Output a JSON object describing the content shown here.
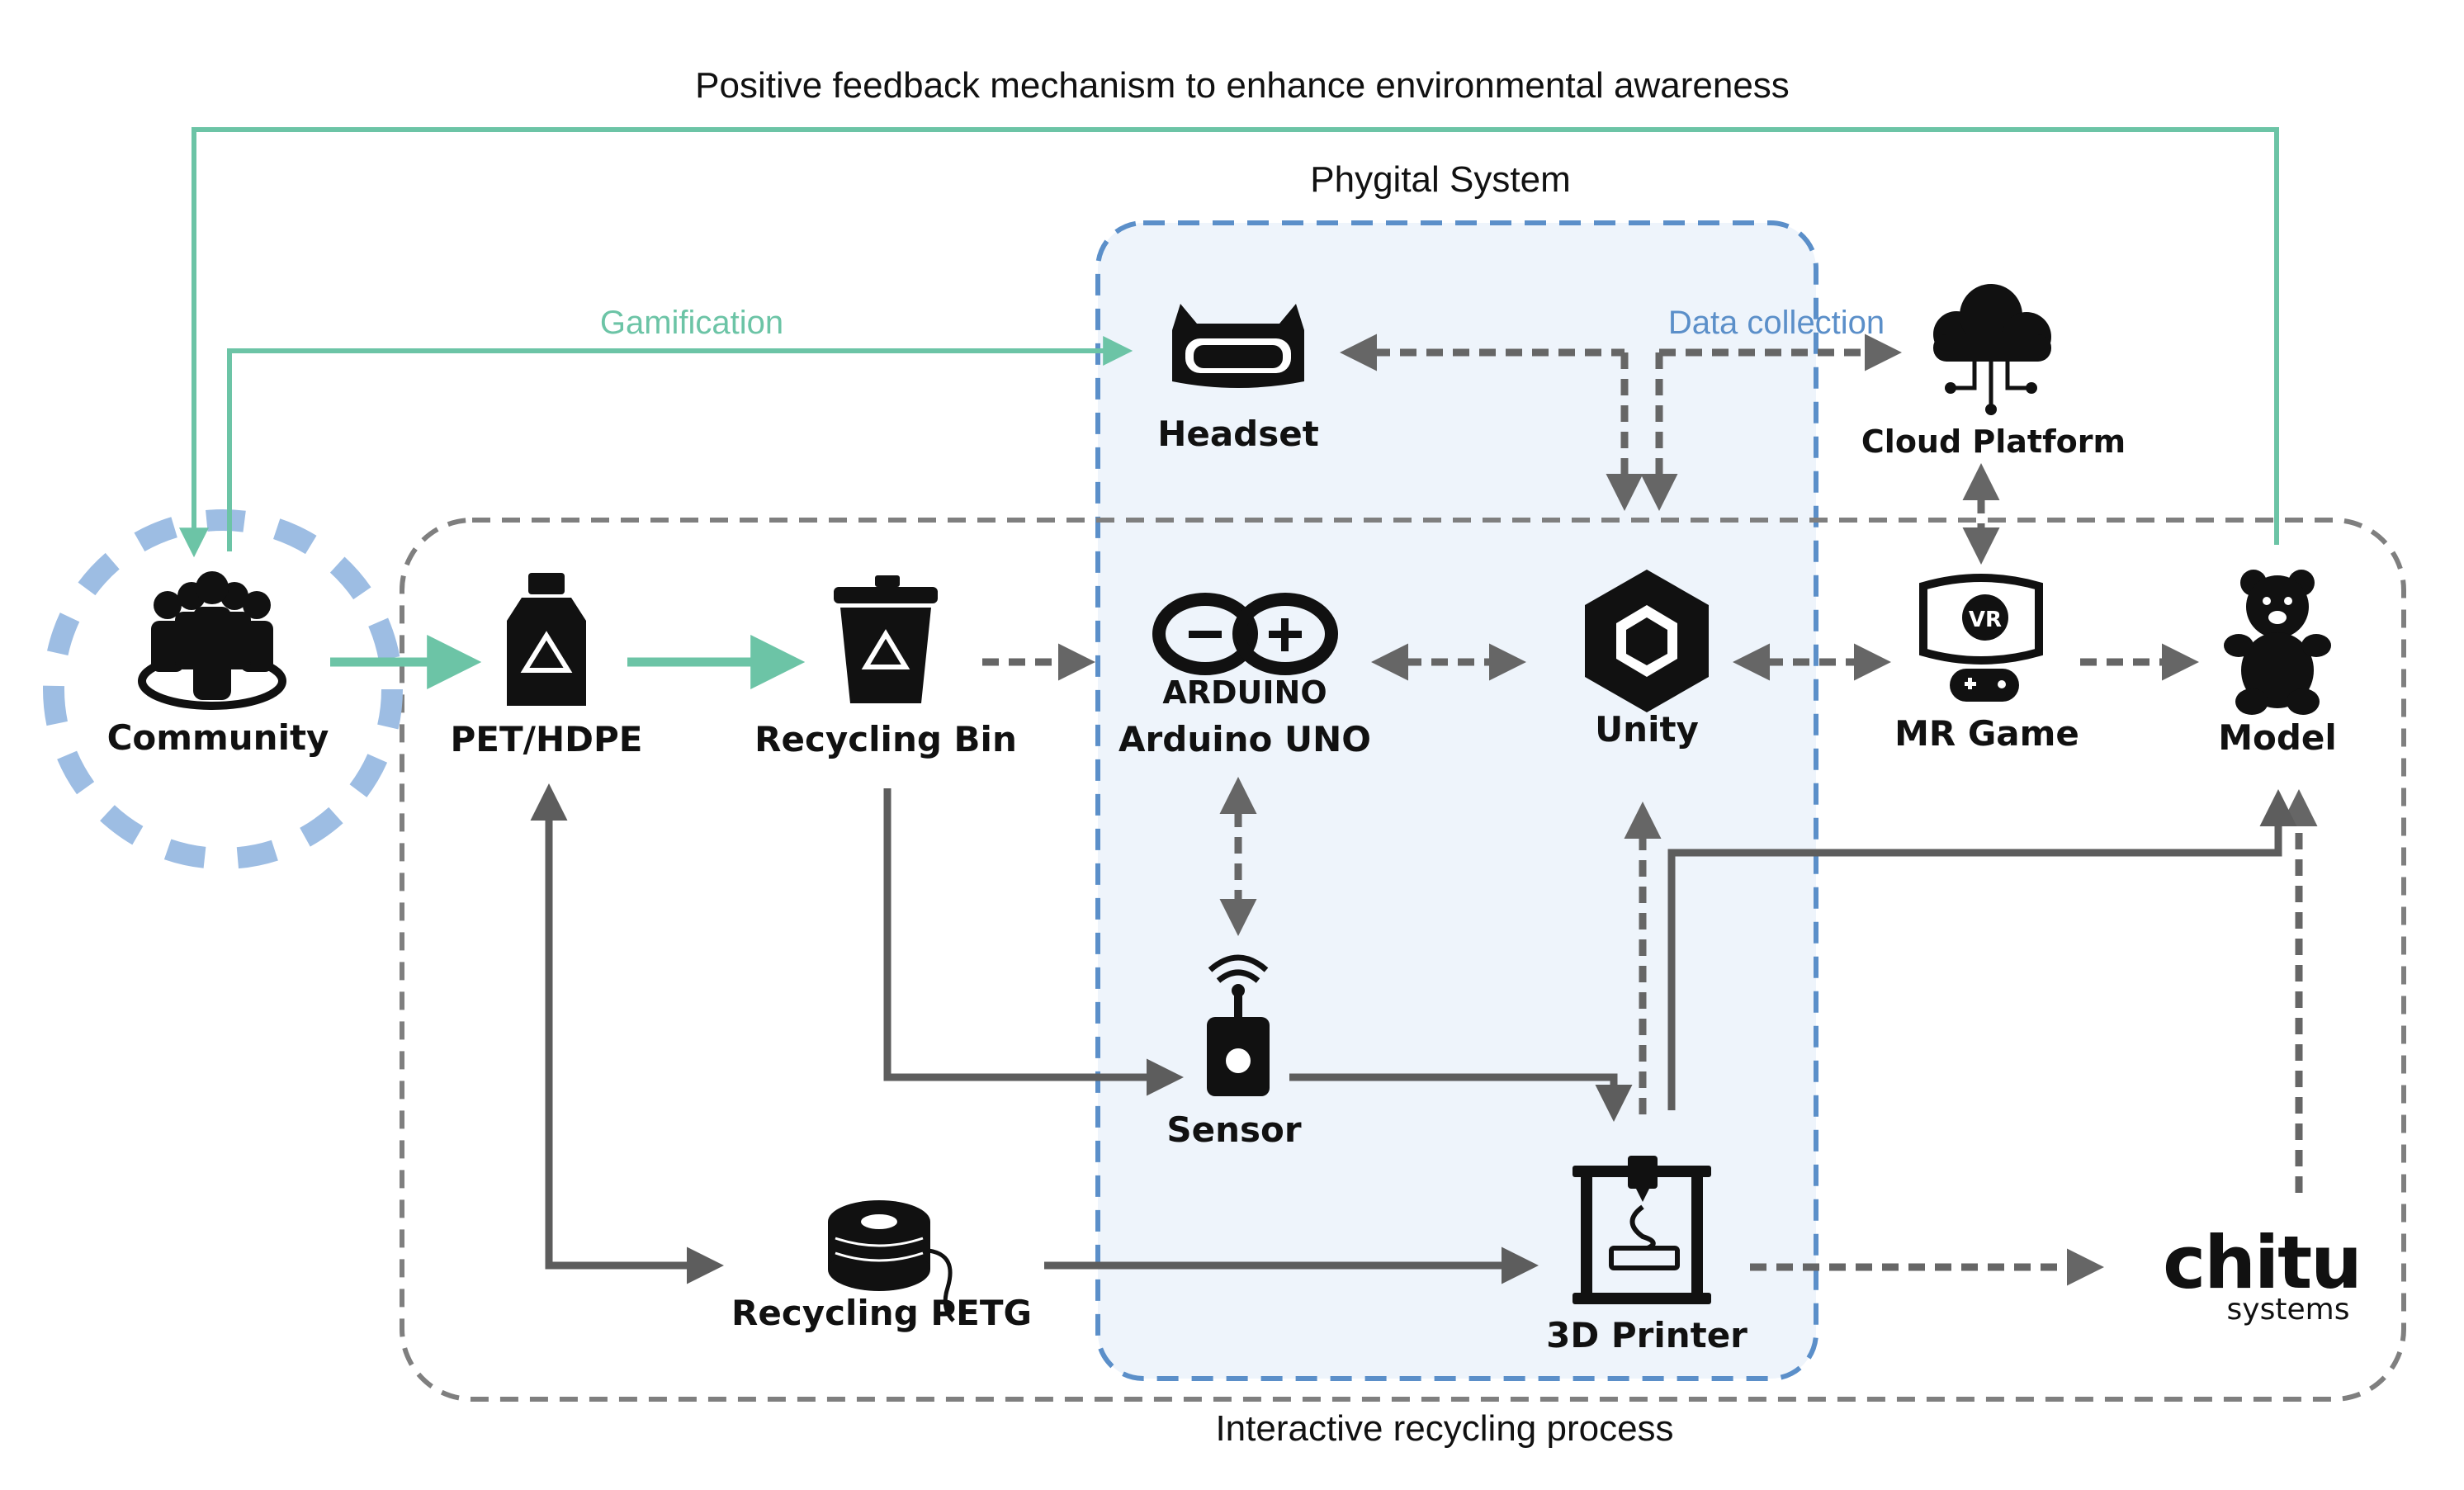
{
  "titles": {
    "feedback": "Positive feedback mechanism to enhance environmental awareness",
    "phygital": "Phygital System",
    "process": "Interactive recycling process"
  },
  "edge_labels": {
    "gamification": "Gamification",
    "data_collection": "Data collection"
  },
  "nodes": {
    "community": "Community",
    "pet": "PET/HDPE",
    "bin": "Recycling Bin",
    "arduino_logo": "ARDUINO",
    "arduino": "Arduino UNO",
    "unity": "Unity",
    "mrgame": "MR Game",
    "model": "Model",
    "headset": "Headset",
    "cloud": "Cloud Platform",
    "sensor": "Sensor",
    "petg": "Recycling PETG",
    "printer": "3D Printer",
    "chitu_logo": "chitu",
    "chitu_sub": "systems"
  },
  "vr_badge": "VR",
  "colors": {
    "green": "#6cc4a6",
    "blue_dash": "#5b8fc9",
    "blue_fill": "#eef4fb",
    "community_ring": "#9dbde3",
    "grey_dash": "#7f7f7f",
    "dark_arrow": "#5d5d5d",
    "icon": "#111111"
  },
  "legend_icons": [
    "community-icon",
    "bottle-icon",
    "recycling-bin-icon",
    "arduino-icon",
    "unity-icon",
    "vr-game-icon",
    "teddy-bear-icon",
    "headset-icon",
    "cloud-icon",
    "sensor-icon",
    "filament-spool-icon",
    "3d-printer-icon",
    "chitu-logo"
  ]
}
